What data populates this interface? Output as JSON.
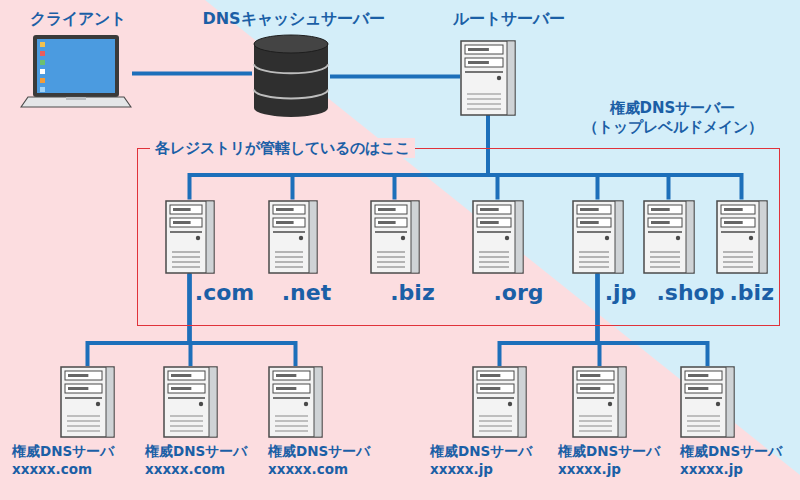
{
  "diagram": {
    "nodes": [
      {
        "text": [
          "クライアント"
        ]
      },
      {
        "text": [
          "DNSキャッシュサーバー"
        ]
      },
      {
        "text": [
          "ルートサーバー"
        ]
      },
      {
        "text": [
          "各レジストリが管轄しているのはここ"
        ]
      },
      {
        "text": [
          ".com"
        ],
        "in": 3
      },
      {
        "text": [
          ".net"
        ],
        "in": 3
      },
      {
        "text": [
          ".biz"
        ],
        "in": 3
      },
      {
        "text": [
          ".org"
        ],
        "in": 3
      },
      {
        "text": [
          ".jp"
        ],
        "in": 3
      },
      {
        "text": [
          ".shop"
        ],
        "in": 3
      },
      {
        "text": [
          ".biz"
        ],
        "in": 3
      },
      {
        "text": [
          "権威DNSサーバ",
          "xxxxx.com"
        ]
      },
      {
        "text": [
          "権威DNSサーバ",
          "xxxxx.com"
        ]
      },
      {
        "text": [
          "権威DNSサーバ",
          "xxxxx.com"
        ]
      },
      {
        "text": [
          "権威DNSサーバ",
          "xxxxx.jp"
        ]
      },
      {
        "text": [
          "権威DNSサーバ",
          "xxxxx.jp"
        ]
      },
      {
        "text": [
          "権威DNSサーバ",
          "xxxxx.jp"
        ]
      }
    ],
    "edges": [
      {
        "from": 0,
        "to": 1,
        "arrow": "none"
      },
      {
        "from": 1,
        "to": 2,
        "arrow": "none"
      },
      {
        "from": 2,
        "to": 4,
        "arrow": "none"
      },
      {
        "from": 2,
        "to": 5,
        "arrow": "none"
      },
      {
        "from": 2,
        "to": 6,
        "arrow": "none"
      },
      {
        "from": 2,
        "to": 7,
        "arrow": "none"
      },
      {
        "from": 2,
        "to": 8,
        "arrow": "none"
      },
      {
        "from": 2,
        "to": 9,
        "arrow": "none"
      },
      {
        "from": 2,
        "to": 10,
        "arrow": "none"
      },
      {
        "from": 4,
        "to": 11,
        "arrow": "none"
      },
      {
        "from": 4,
        "to": 12,
        "arrow": "none"
      },
      {
        "from": 4,
        "to": 13,
        "arrow": "none"
      },
      {
        "from": 8,
        "to": 14,
        "arrow": "none"
      },
      {
        "from": 8,
        "to": 15,
        "arrow": "none"
      },
      {
        "from": 8,
        "to": 16,
        "arrow": "none"
      }
    ],
    "labels": [
      "権威DNSサーバー （トップレベルドメイン）"
    ]
  }
}
